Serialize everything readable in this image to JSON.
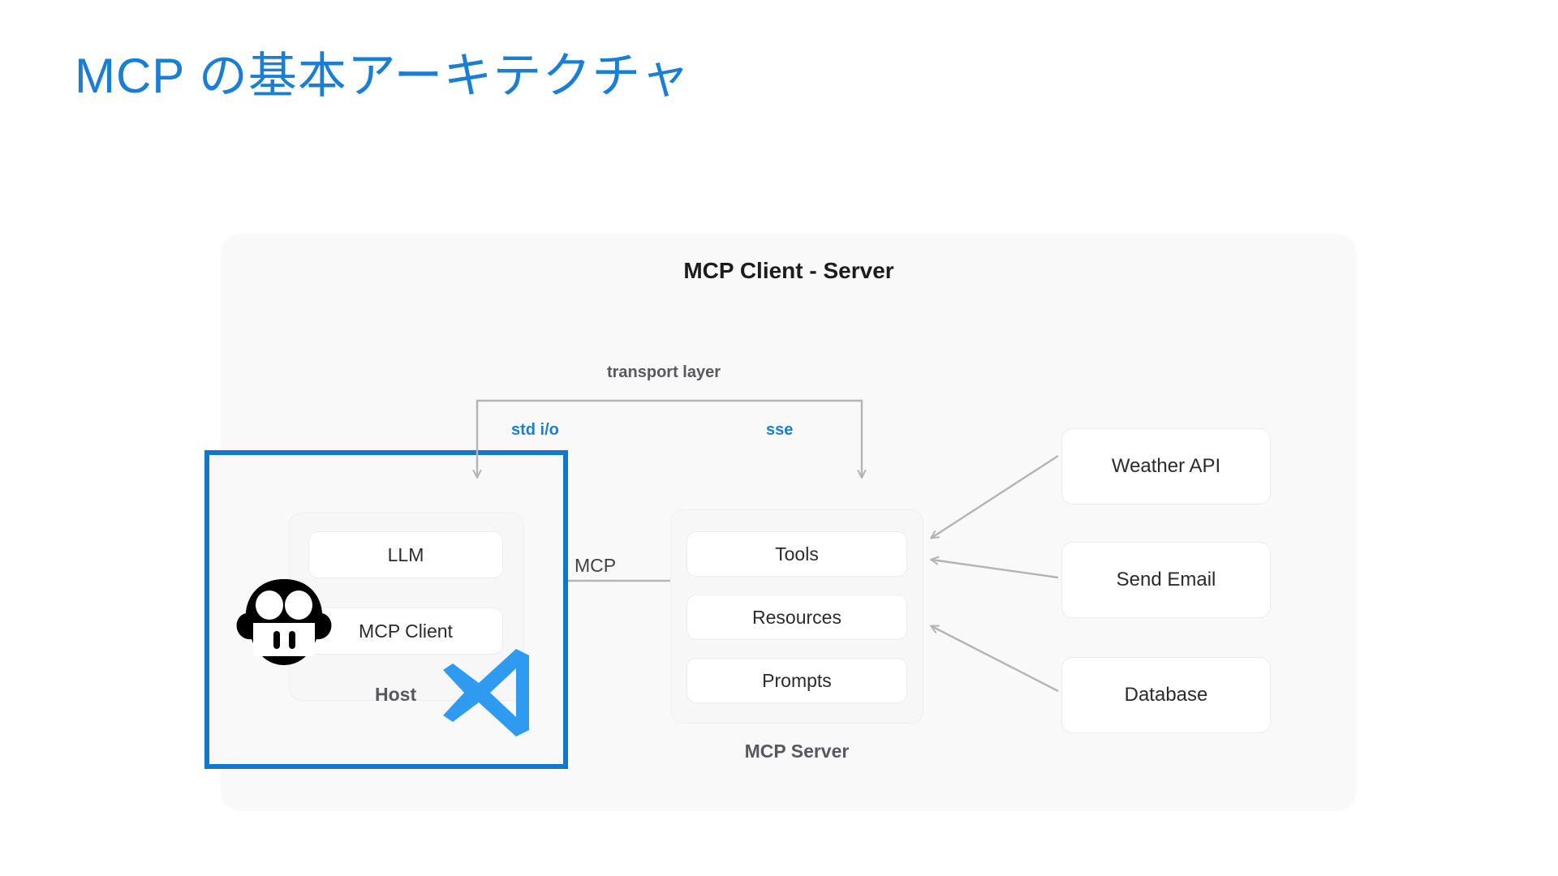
{
  "slide": {
    "title": "MCP の基本アーキテクチャ",
    "title_color": "#1a7fd4"
  },
  "diagram": {
    "title": "MCP Client - Server",
    "panel_color": "#f9f9fa",
    "accent_color": "#1077cc",
    "connector_color": "#b4b4b6"
  },
  "transport": {
    "layer_label": "transport layer",
    "left_label": "std i/o",
    "right_label": "sse"
  },
  "host": {
    "label": "Host",
    "border_color": "#1077cc",
    "boxes": [
      {
        "label": "LLM"
      },
      {
        "label": "MCP Client"
      }
    ],
    "icons": [
      {
        "name": "claude-icon",
        "color": "#000000"
      },
      {
        "name": "vscode-icon",
        "color": "#2e9bf0"
      }
    ]
  },
  "protocol": {
    "label": "MCP"
  },
  "server": {
    "label": "MCP Server",
    "capabilities": [
      {
        "label": "Tools"
      },
      {
        "label": "Resources"
      },
      {
        "label": "Prompts"
      }
    ]
  },
  "services": [
    {
      "label": "Weather API"
    },
    {
      "label": "Send Email"
    },
    {
      "label": "Database"
    }
  ]
}
